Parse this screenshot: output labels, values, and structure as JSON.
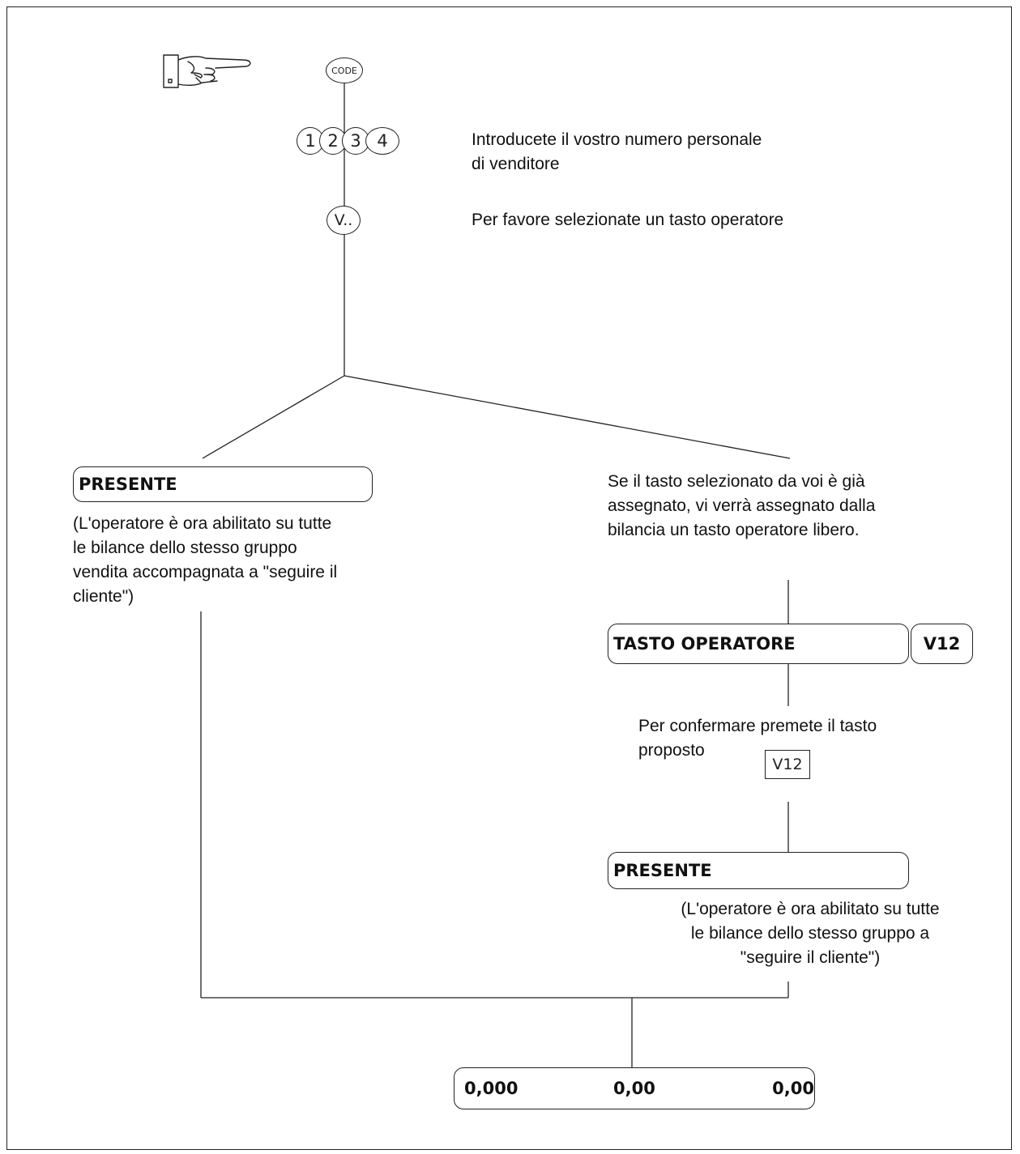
{
  "keys": {
    "code": "CODE",
    "digits": [
      "1",
      "2",
      "3",
      "4"
    ],
    "operator": "V..",
    "proposed": "V12"
  },
  "instructions": {
    "enter_number": "Introducete il vostro numero personale\n di venditore",
    "select_operator": "Per  favore selezionate un tasto operatore",
    "already_assigned": "Se il tasto selezionato da voi è già\nassegnato, vi verrà assegnato dalla\nbilancia un tasto operatore libero.",
    "confirm": "Per confermare premete il tasto\nproposto"
  },
  "left_branch": {
    "display": "PRESENTE",
    "note": "(L'operatore è ora abilitato su tutte\nle bilance dello stesso gruppo\nvendita accompagnata a \"seguire il\ncliente\")"
  },
  "right_branch": {
    "operator_display_label": "TASTO OPERATORE",
    "operator_display_value": "V12",
    "display": "PRESENTE",
    "note": "(L'operatore è ora abilitato su tutte\nle bilance dello stesso gruppo a\n\"seguire il cliente\")"
  },
  "final_display": {
    "weight": "0,000",
    "unit_price": "0,00",
    "total": "0,00"
  }
}
